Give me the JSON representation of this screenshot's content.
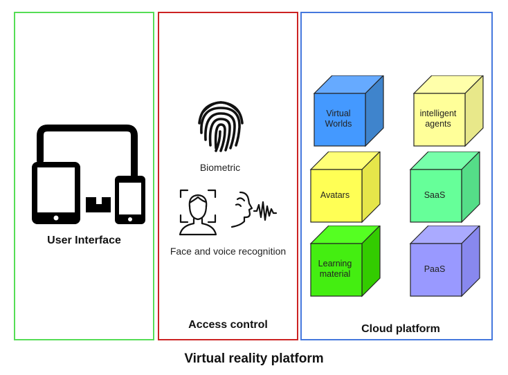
{
  "title": "Virtual reality platform",
  "panels": {
    "user_interface": {
      "title": "User Interface",
      "border_color": "#55dd55"
    },
    "access_control": {
      "title": "Access control",
      "border_color": "#cc2222",
      "biometric_label": "Biometric",
      "face_voice_label": "Face and voice recognition"
    },
    "cloud_platform": {
      "title": "Cloud platform",
      "border_color": "#4477dd",
      "cubes": [
        {
          "label": "Virtual\nWorlds",
          "front": "#4499ff",
          "top": "#66aaff",
          "side": "#3f84cc"
        },
        {
          "label": "intelligent\nagents",
          "front": "#ffff99",
          "top": "#ffffaa",
          "side": "#e8e88a"
        },
        {
          "label": "Avatars",
          "front": "#ffff55",
          "top": "#ffff77",
          "side": "#e6e64a"
        },
        {
          "label": "SaaS",
          "front": "#66ff99",
          "top": "#77ffaa",
          "side": "#55dd88"
        },
        {
          "label": "Learning\nmaterial",
          "front": "#44ee11",
          "top": "#55ff22",
          "side": "#33cc00"
        },
        {
          "label": "PaaS",
          "front": "#9999ff",
          "top": "#aaaaff",
          "side": "#8888ee"
        }
      ]
    }
  },
  "icons": {
    "devices": "devices-icon",
    "fingerprint": "fingerprint-icon",
    "face_scan": "face-scan-icon",
    "voice": "voice-icon"
  }
}
